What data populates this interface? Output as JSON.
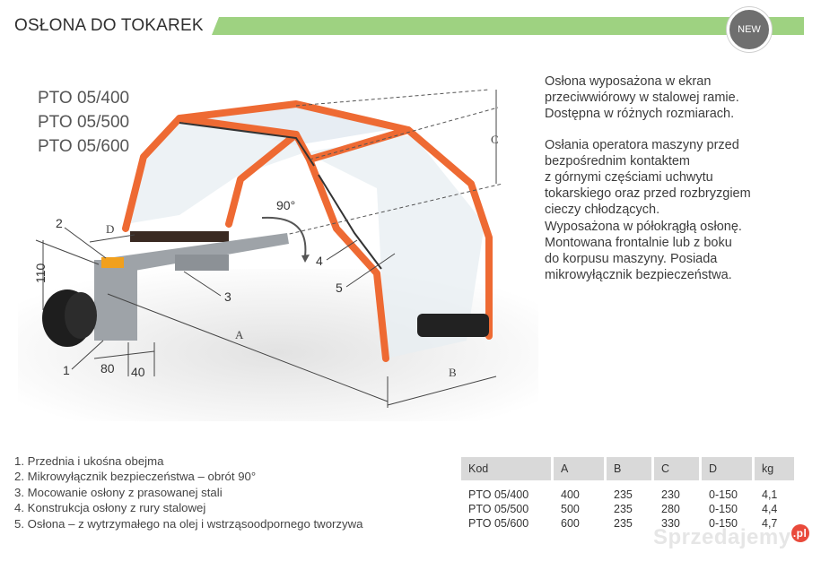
{
  "header": {
    "title": "OSŁONA DO TOKAREK",
    "badge": "NEW",
    "accent_color": "#9ed281"
  },
  "models": [
    "PTO 05/400",
    "PTO 05/500",
    "PTO 05/600"
  ],
  "description": {
    "p1": [
      "Osłona wyposażona w ekran",
      "przeciwwiórowy w stalowej ramie.",
      "Dostępna w różnych rozmiarach."
    ],
    "p2": [
      "Osłania operatora maszyny przed",
      "bezpośrednim kontaktem",
      "z górnymi częściami uchwytu",
      "tokarskiego oraz przed rozbryzgiem",
      "cieczy chłodzących.",
      "Wyposażona w półokrągłą osłonę.",
      "Montowana frontalnie lub z boku",
      "do korpusu maszyny. Posiada",
      "mikrowyłącznik bezpieczeństwa."
    ]
  },
  "diagram": {
    "callouts": [
      "1",
      "2",
      "3",
      "4",
      "5"
    ],
    "rotation_label": "90°",
    "dims": {
      "A": "A",
      "B": "B",
      "C": "C",
      "D": "D",
      "h110": "110",
      "w80": "80",
      "w40": "40"
    },
    "frame_color": "#ee6a33"
  },
  "features": [
    "1. Przednia i ukośna obejma",
    "2. Mikrowyłącznik bezpieczeństwa – obrót 90°",
    "3. Mocowanie osłony z prasowanej stali",
    "4. Konstrukcja osłony z rury stalowej",
    "5. Osłona – z wytrzymałego na olej i wstrząsoodpornego tworzywa"
  ],
  "table": {
    "headers": [
      "Kod",
      "A",
      "B",
      "C",
      "D",
      "kg"
    ],
    "rows": [
      [
        "PTO 05/400",
        "400",
        "235",
        "230",
        "0-150",
        "4,1"
      ],
      [
        "PTO 05/500",
        "500",
        "235",
        "280",
        "0-150",
        "4,4"
      ],
      [
        "PTO 05/600",
        "600",
        "235",
        "330",
        "0-150",
        "4,7"
      ]
    ]
  },
  "watermark": {
    "text": "Sprzedajemy",
    "suffix": ".pl"
  }
}
